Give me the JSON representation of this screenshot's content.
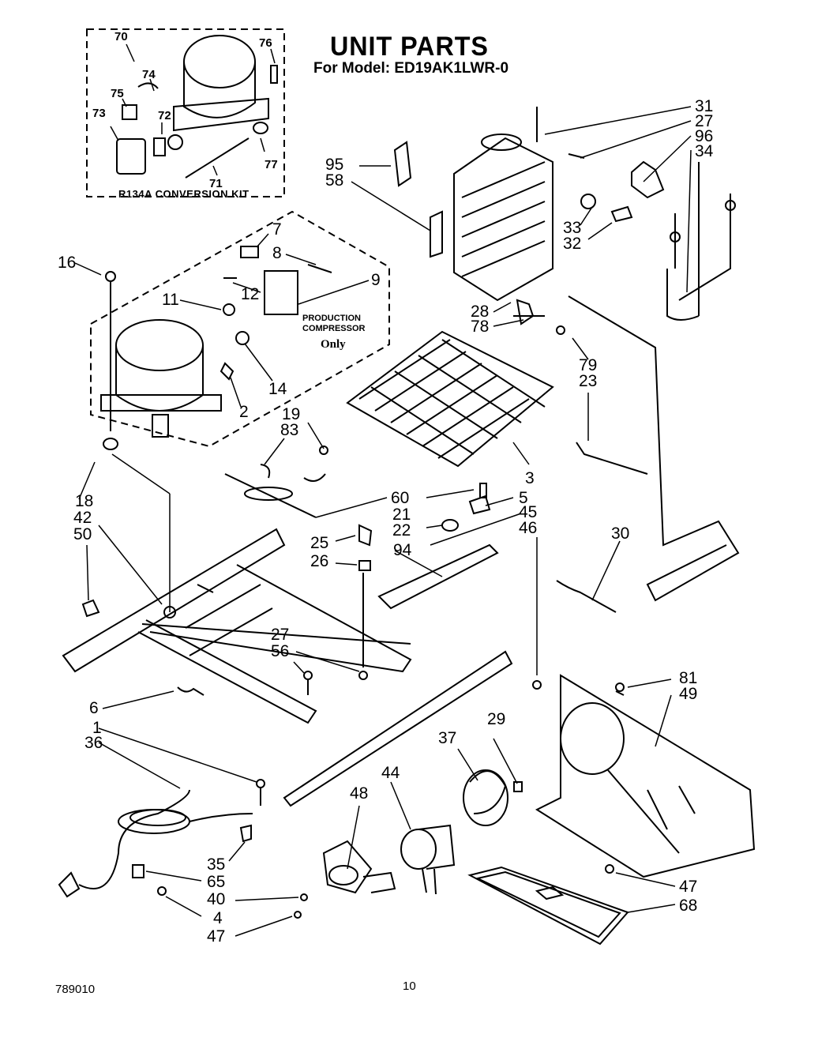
{
  "title": "UNIT PARTS",
  "subtitle": "For Model: ED19AK1LWR-0",
  "kit_label": "R134A  CONVERSION  KIT",
  "production_label": [
    "PRODUCTION",
    "COMPRESSOR"
  ],
  "only_label": "Only",
  "footer": {
    "left": "789010",
    "center": "10"
  },
  "part_numbers": [
    {
      "id": "p70",
      "text": "70"
    },
    {
      "id": "p76",
      "text": "76"
    },
    {
      "id": "p74",
      "text": "74"
    },
    {
      "id": "p75",
      "text": "75"
    },
    {
      "id": "p73",
      "text": "73"
    },
    {
      "id": "p72",
      "text": "72"
    },
    {
      "id": "p77",
      "text": "77"
    },
    {
      "id": "p71",
      "text": "71"
    },
    {
      "id": "p31",
      "text": "31"
    },
    {
      "id": "p27a",
      "text": "27"
    },
    {
      "id": "p96",
      "text": "96"
    },
    {
      "id": "p34",
      "text": "34"
    },
    {
      "id": "p95",
      "text": "95"
    },
    {
      "id": "p58",
      "text": "58"
    },
    {
      "id": "p33",
      "text": "33"
    },
    {
      "id": "p32",
      "text": "32"
    },
    {
      "id": "p7",
      "text": "7"
    },
    {
      "id": "p8",
      "text": "8"
    },
    {
      "id": "p9",
      "text": "9"
    },
    {
      "id": "p16",
      "text": "16"
    },
    {
      "id": "p12",
      "text": "12"
    },
    {
      "id": "p11",
      "text": "11"
    },
    {
      "id": "p14",
      "text": "14"
    },
    {
      "id": "p2",
      "text": "2"
    },
    {
      "id": "p28",
      "text": "28"
    },
    {
      "id": "p78",
      "text": "78"
    },
    {
      "id": "p79",
      "text": "79"
    },
    {
      "id": "p23",
      "text": "23"
    },
    {
      "id": "p19",
      "text": "19"
    },
    {
      "id": "p83",
      "text": "83"
    },
    {
      "id": "p3",
      "text": "3"
    },
    {
      "id": "p18",
      "text": "18"
    },
    {
      "id": "p42",
      "text": "42"
    },
    {
      "id": "p50",
      "text": "50"
    },
    {
      "id": "p60",
      "text": "60"
    },
    {
      "id": "p21",
      "text": "21"
    },
    {
      "id": "p5",
      "text": "5"
    },
    {
      "id": "p45",
      "text": "45"
    },
    {
      "id": "p46",
      "text": "46"
    },
    {
      "id": "p22",
      "text": "22"
    },
    {
      "id": "p30",
      "text": "30"
    },
    {
      "id": "p25",
      "text": "25"
    },
    {
      "id": "p26",
      "text": "26"
    },
    {
      "id": "p94",
      "text": "94"
    },
    {
      "id": "p27b",
      "text": "27"
    },
    {
      "id": "p56",
      "text": "56"
    },
    {
      "id": "p81",
      "text": "81"
    },
    {
      "id": "p49",
      "text": "49"
    },
    {
      "id": "p6",
      "text": "6"
    },
    {
      "id": "p1",
      "text": "1"
    },
    {
      "id": "p36",
      "text": "36"
    },
    {
      "id": "p29",
      "text": "29"
    },
    {
      "id": "p37",
      "text": "37"
    },
    {
      "id": "p44",
      "text": "44"
    },
    {
      "id": "p48",
      "text": "48"
    },
    {
      "id": "p35",
      "text": "35"
    },
    {
      "id": "p65",
      "text": "65"
    },
    {
      "id": "p40",
      "text": "40"
    },
    {
      "id": "p4",
      "text": "4"
    },
    {
      "id": "p47a",
      "text": "47"
    },
    {
      "id": "p47b",
      "text": "47"
    },
    {
      "id": "p68",
      "text": "68"
    }
  ]
}
